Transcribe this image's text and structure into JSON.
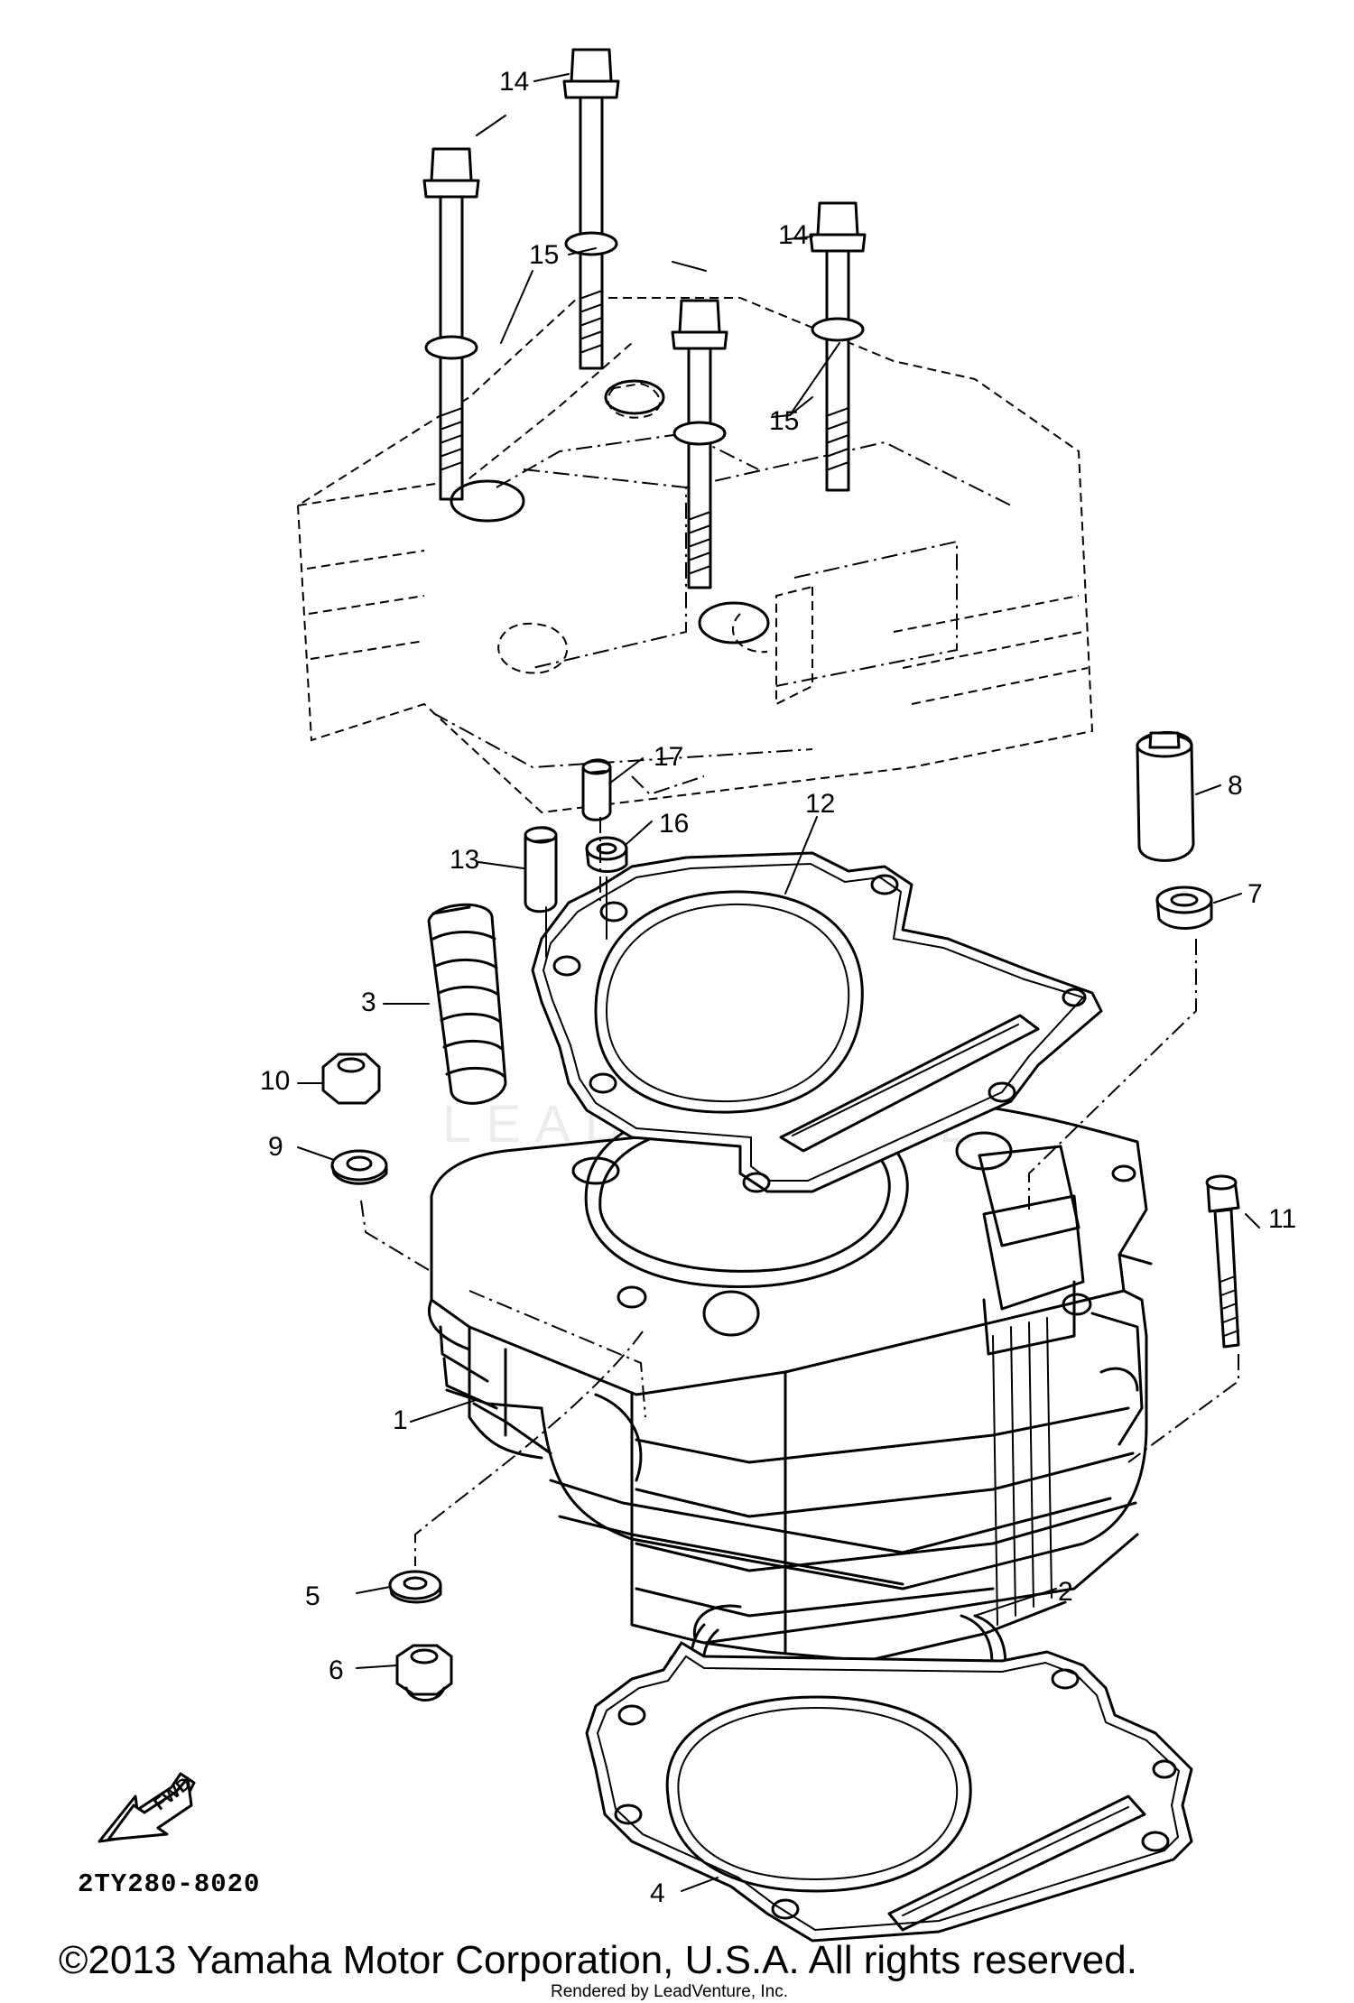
{
  "diagram": {
    "callouts": [
      "1",
      "2",
      "3",
      "4",
      "5",
      "6",
      "7",
      "8",
      "9",
      "10",
      "11",
      "12",
      "13",
      "14",
      "14",
      "15",
      "15",
      "16",
      "17"
    ],
    "direction_badge": "FWD",
    "part_code": "2TY280-8020",
    "watermark": "LEADVENTURE",
    "copyright": "©2013 Yamaha Motor Corporation, U.S.A. All rights reserved.",
    "rendered_by": "Rendered by LeadVenture, Inc."
  }
}
